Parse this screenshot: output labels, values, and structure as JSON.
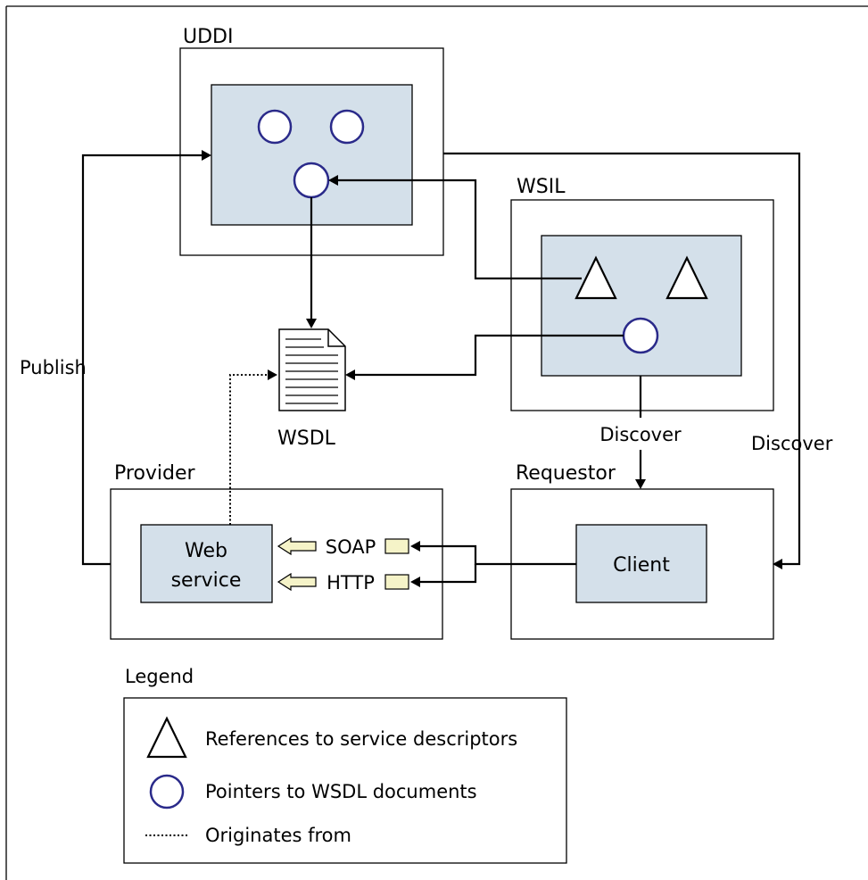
{
  "labels": {
    "uddi": "UDDI",
    "wsil": "WSIL",
    "wsdl": "WSDL",
    "publish": "Publish",
    "discover_wsil": "Discover",
    "discover_uddi": "Discover",
    "provider": "Provider",
    "requestor": "Requestor",
    "web_service_line1": "Web",
    "web_service_line2": "service",
    "client": "Client",
    "soap": "SOAP",
    "http": "HTTP"
  },
  "legend": {
    "title": "Legend",
    "triangle_text": "References to service descriptors",
    "circle_text": "Pointers to WSDL documents",
    "dotted_text": "Originates from"
  },
  "colors": {
    "inner_fill": "#d4e0ea",
    "circle_stroke": "#2a2a8a",
    "protocol_arrow_fill": "#f5f3c8"
  }
}
